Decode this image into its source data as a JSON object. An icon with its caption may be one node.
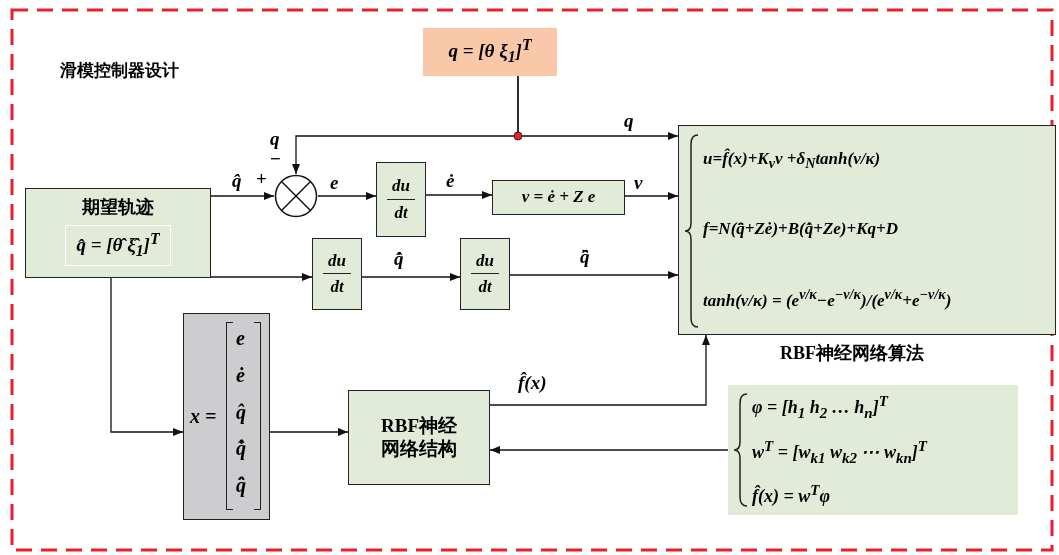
{
  "diagram": {
    "title": "滑模控制器设计",
    "nodes": [
      {
        "text": [
          "期望轨迹",
          "q̂ = [θ̂   ξ̂$_{1}$]$^{T}$"
        ]
      },
      {
        "text": [
          "q = [θ   ξ$_{1}$]$^{T}$"
        ]
      },
      {
        "text": [],
        "shape": "circle"
      },
      {
        "text": [
          "du",
          "dt"
        ]
      },
      {
        "text": [
          "v = ė + Z e"
        ]
      },
      {
        "text": [
          "du",
          "dt"
        ]
      },
      {
        "text": [
          "du",
          "dt"
        ]
      },
      {
        "text": [
          "u=f̂(x)+K$_{v}$v +δ$_{N}$tanh(v/κ)",
          "f=N(q̂̈+Zė)+B(q̂̇+Ze)+Kq+D",
          "tanh(v/κ) = (e$^{v/κ}$−e$^{−v/κ}$)/(e$^{v/κ}$+e$^{−v/κ}$)"
        ],
        "beside": [
          "RBF神经网络算法"
        ]
      },
      {
        "text": [
          "x =",
          "e",
          "ė",
          "q̂",
          "q̂̇",
          "q̂̈"
        ]
      },
      {
        "text": [
          "RBF神经网络结构"
        ]
      },
      {
        "text": [
          "φ = [h$_{1}$   h$_{2}$   …   h$_{n}$]$^{T}$",
          "w$^{T}$ = [w$_{k1}$ w$_{k2}$ ⋯ w$_{kn}$]$^{T}$",
          "f̂(x) = w$^{T}$φ"
        ]
      }
    ],
    "edges": [
      {
        "from": 0,
        "to": 2,
        "arrow": "to",
        "label": "q̂"
      },
      {
        "from": 1,
        "to": 2,
        "arrow": "to",
        "label": "q"
      },
      {
        "from": 1,
        "to": 7,
        "arrow": "to",
        "label": "q"
      },
      {
        "from": 2,
        "to": 3,
        "arrow": "to",
        "label": "e"
      },
      {
        "from": 3,
        "to": 4,
        "arrow": "to",
        "label": "ė"
      },
      {
        "from": 4,
        "to": 7,
        "arrow": "to",
        "label": "v"
      },
      {
        "from": 0,
        "to": 5,
        "arrow": "to"
      },
      {
        "from": 5,
        "to": 6,
        "arrow": "to",
        "label": "q̂̇"
      },
      {
        "from": 6,
        "to": 7,
        "arrow": "to",
        "label": "q̂̈"
      },
      {
        "from": 0,
        "to": 8,
        "arrow": "to"
      },
      {
        "from": 8,
        "to": 9,
        "arrow": "to"
      },
      {
        "from": 9,
        "to": 7,
        "arrow": "to",
        "label": "f̂(x)"
      },
      {
        "from": 10,
        "to": 9,
        "arrow": "to"
      }
    ],
    "labels": [
      "+",
      "−"
    ]
  }
}
